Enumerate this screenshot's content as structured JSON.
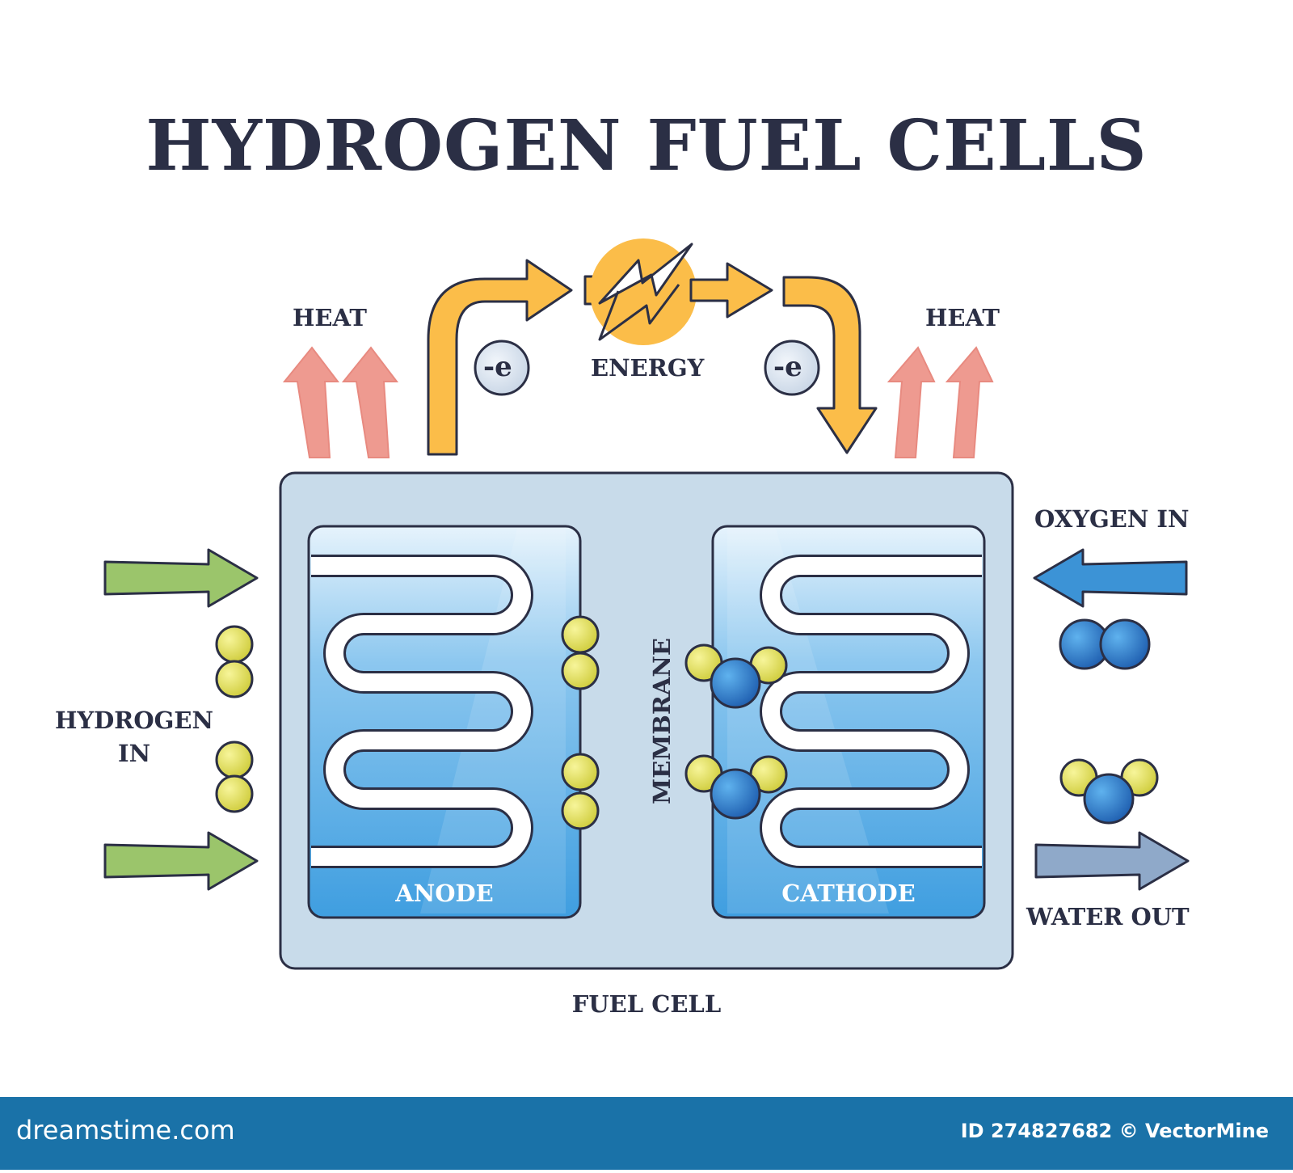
{
  "title": "HYDROGEN FUEL CELLS",
  "labels": {
    "heat_left": "HEAT",
    "heat_right": "HEAT",
    "energy": "ENERGY",
    "electron": "-e",
    "oxygen_in": "OXYGEN IN",
    "hydrogen_in_line1": "HYDROGEN",
    "hydrogen_in_line2": "IN",
    "water_out": "WATER OUT",
    "membrane": "MEMBRANE",
    "anode": "ANODE",
    "cathode": "CATHODE",
    "fuel_cell": "FUEL CELL"
  },
  "footer": {
    "brand": "dreamstime.com",
    "id_text": "ID 274827682 © VectorMine"
  },
  "colors": {
    "outline": "#2b2f45",
    "heat_arrow": "#ee9a90",
    "energy_arrow": "#fbbd49",
    "hydrogen_arrow": "#9bc56b",
    "oxygen_arrow": "#3c93d6",
    "water_arrow": "#8fa9c9",
    "cell_body": "#c8dbea",
    "electrode": "#4aa3e0",
    "hydrogen_atom": "#e6e35a",
    "oxygen_atom": "#2f7fd1",
    "footer_bar": "#1a72a8"
  }
}
